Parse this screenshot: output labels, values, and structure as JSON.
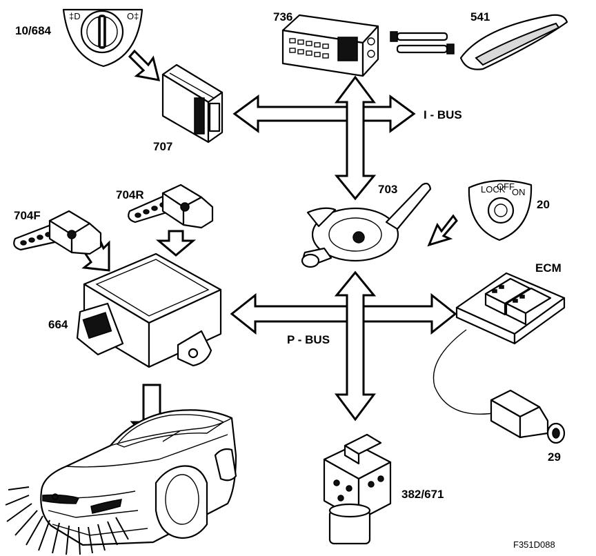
{
  "labels": {
    "light_switch": "10/684",
    "light_module": "707",
    "infotainment": "736",
    "display": "541",
    "ibus": "I - BUS",
    "steering_module": "703",
    "ignition": "20",
    "sensor_front": "704F",
    "sensor_rear": "704R",
    "airbag_module": "664",
    "ecm": "ECM",
    "pbus": "P - BUS",
    "abs_unit": "382/671",
    "pedal_sensor": "29"
  },
  "figure_code": "F351D088",
  "ignition_marks": [
    "LOCK",
    "OFF",
    "ON"
  ],
  "colors": {
    "line": "#000000",
    "background": "#ffffff"
  }
}
